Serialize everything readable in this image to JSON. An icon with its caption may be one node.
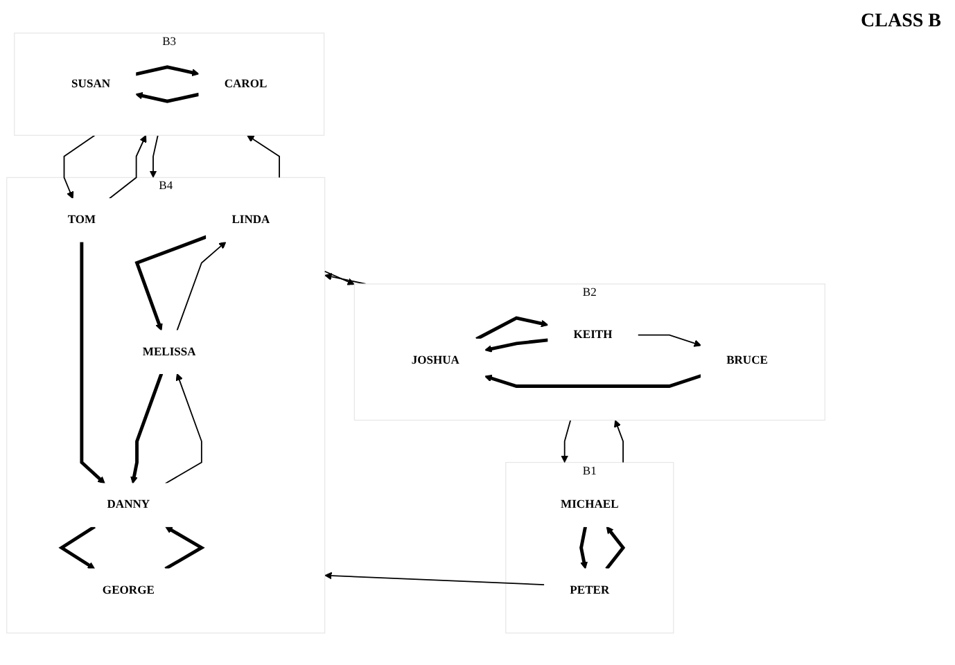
{
  "diagram": {
    "nodes": [
      {
        "text": [
          "B1"
        ]
      },
      {
        "text": [
          "MICHAEL"
        ],
        "in": 0
      },
      {
        "text": [
          "PETER"
        ],
        "in": 0
      },
      {
        "text": [
          "B2"
        ]
      },
      {
        "text": [
          "JOSHUA"
        ],
        "in": 3
      },
      {
        "text": [
          "KEITH"
        ],
        "in": 3
      },
      {
        "text": [
          "BRUCE"
        ],
        "in": 3
      },
      {
        "text": [
          "B4"
        ]
      },
      {
        "text": [
          "LINDA"
        ],
        "in": 7
      },
      {
        "text": [
          "MELISSA"
        ],
        "in": 7
      },
      {
        "text": [
          "TOM"
        ],
        "in": 7
      },
      {
        "text": [
          "DANNY"
        ],
        "in": 7
      },
      {
        "text": [
          "GEORGE"
        ],
        "in": 7
      },
      {
        "text": [
          "B3"
        ]
      },
      {
        "text": [
          "SUSAN"
        ],
        "in": 13
      },
      {
        "text": [
          "CAROL"
        ],
        "in": 13
      }
    ],
    "edges": [
      {
        "from": 1,
        "to": 2,
        "arrow": "to",
        "style": "thick"
      },
      {
        "from": 2,
        "to": 1,
        "arrow": "to",
        "style": "thick"
      },
      {
        "from": 3,
        "to": 0,
        "arrow": "to"
      },
      {
        "from": 0,
        "to": 3,
        "arrow": "to"
      },
      {
        "from": 5,
        "to": 4,
        "arrow": "to",
        "style": "thick"
      },
      {
        "from": 4,
        "to": 5,
        "arrow": "to",
        "style": "thick"
      },
      {
        "from": 6,
        "to": 4,
        "arrow": "to",
        "style": "thick"
      },
      {
        "from": 5,
        "to": 6,
        "arrow": "to"
      },
      {
        "from": 2,
        "to": 7,
        "arrow": "to"
      },
      {
        "from": 3,
        "to": 7,
        "arrow": "to"
      },
      {
        "from": 7,
        "to": 3,
        "arrow": "to"
      },
      {
        "from": 15,
        "to": 14,
        "arrow": "to",
        "style": "thick"
      },
      {
        "from": 14,
        "to": 15,
        "arrow": "to",
        "style": "thick"
      },
      {
        "from": 13,
        "to": 7,
        "arrow": "to"
      },
      {
        "from": 13,
        "to": 10,
        "arrow": "to"
      },
      {
        "from": 10,
        "to": 13,
        "arrow": "to"
      },
      {
        "from": 7,
        "to": 13,
        "arrow": "to"
      },
      {
        "from": 8,
        "to": 9,
        "arrow": "to",
        "style": "thick"
      },
      {
        "from": 9,
        "to": 8,
        "arrow": "to"
      },
      {
        "from": 10,
        "to": 11,
        "arrow": "to",
        "style": "thick"
      },
      {
        "from": 9,
        "to": 11,
        "arrow": "to",
        "style": "thick"
      },
      {
        "from": 11,
        "to": 9,
        "arrow": "to"
      },
      {
        "from": 11,
        "to": 12,
        "arrow": "to",
        "style": "thick"
      },
      {
        "from": 12,
        "to": 11,
        "arrow": "to",
        "style": "thick"
      }
    ],
    "labels": [
      "CLASS B"
    ]
  }
}
